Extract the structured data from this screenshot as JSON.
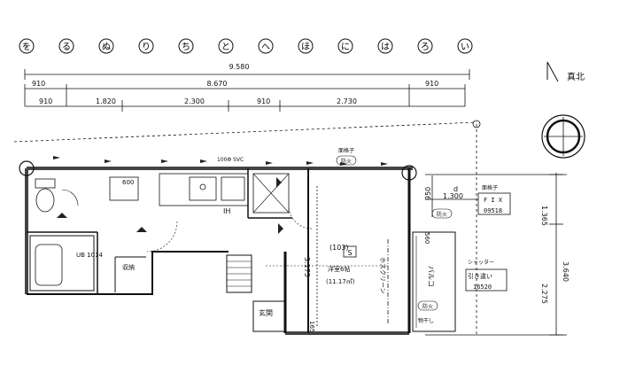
{
  "grid_labels": [
    "を",
    "る",
    "ぬ",
    "り",
    "ち",
    "と",
    "へ",
    "ほ",
    "に",
    "は",
    "ろ",
    "い"
  ],
  "dimensions": {
    "total": "9.580",
    "inner": "8.670",
    "left_offset": "910",
    "right_offset": "910",
    "segments": [
      "910",
      "1.820",
      "2.300",
      "910",
      "2.730"
    ],
    "right_side": [
      "1.365",
      "3.640",
      "2.275"
    ],
    "depth_950": "950",
    "width_1300": "1.300",
    "height_3175": "3.175",
    "small_165": "165",
    "small_560": "560",
    "small_600": "600"
  },
  "compass": {
    "label": "真北"
  },
  "labels": {
    "vent": "100Φ SVC",
    "face_lattice": "面格子",
    "fire_top": "防火",
    "stove": "IH",
    "bath": "UB\n1014",
    "storage": "収納",
    "entrance": "玄関",
    "room_no": "(103)",
    "room_name": "洋室6帖",
    "room_area": "(11.17㎡)",
    "screen": "ホスクリーン",
    "s_mark": "S",
    "balcony": "バルコ",
    "fire_mid": "防火",
    "fire_bottom": "防火",
    "laundry": "物干し",
    "d_mark": "d",
    "window1_title": "面格子",
    "window1_fix": "F I X",
    "window1_code": "09518",
    "window2_title": "シャッター",
    "window2_type": "引き違い",
    "window2_code": "16520"
  },
  "colors": {
    "line": "#111111",
    "hatch": "#555555"
  }
}
